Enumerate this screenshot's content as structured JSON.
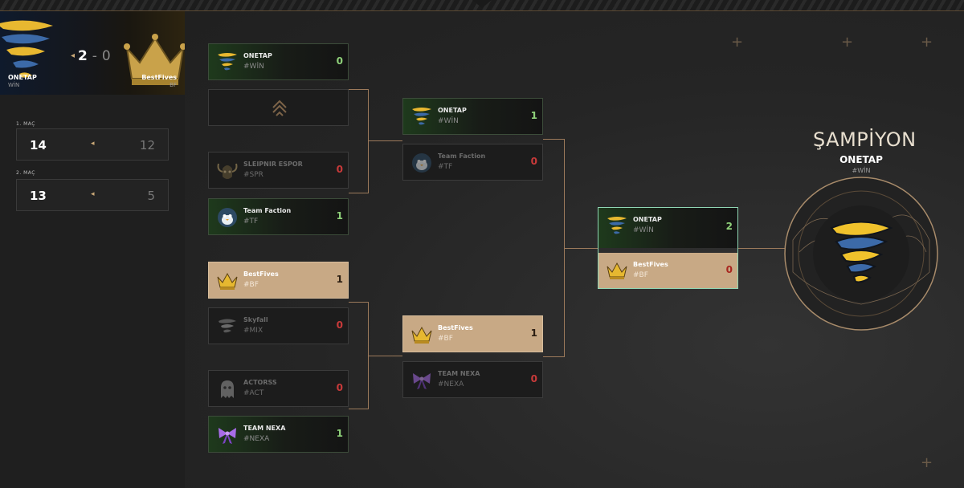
{
  "match_header": {
    "team_left": {
      "name": "ONETAP",
      "tag": "WİN"
    },
    "team_right": {
      "name": "BestFives",
      "tag": "BF"
    },
    "score_left": "2",
    "separator": "-",
    "score_right": "0",
    "winner_arrow": "◂"
  },
  "games": [
    {
      "label": "1. MAÇ",
      "score_left": "14",
      "score_right": "12",
      "arrow": "◂"
    },
    {
      "label": "2. MAÇ",
      "score_left": "13",
      "score_right": "5",
      "arrow": "◂"
    }
  ],
  "round1": [
    {
      "name": "ONETAP",
      "tag": "#WİN",
      "score": "0",
      "state": "win",
      "icon": "tornado-icon"
    },
    {
      "name": "",
      "tag": "",
      "score": "",
      "state": "empty",
      "icon": "chevron-up-icon"
    },
    {
      "name": "SLEIPNIR ESPOR",
      "tag": "#SPR",
      "score": "0",
      "state": "lose",
      "icon": "viking-helmet-icon"
    },
    {
      "name": "Team Faction",
      "tag": "#TF",
      "score": "1",
      "state": "win",
      "icon": "penguin-icon"
    },
    {
      "name": "BestFives",
      "tag": "#BF",
      "score": "1",
      "state": "gold",
      "icon": "crown-icon"
    },
    {
      "name": "Skyfall",
      "tag": "#MIX",
      "score": "0",
      "state": "lose",
      "icon": "skyfall-icon"
    },
    {
      "name": "ACTORSS",
      "tag": "#ACT",
      "score": "0",
      "state": "lose",
      "icon": "ghost-icon"
    },
    {
      "name": "TEAM NEXA",
      "tag": "#NEXA",
      "score": "1",
      "state": "win",
      "icon": "bow-icon"
    }
  ],
  "round2": [
    {
      "name": "ONETAP",
      "tag": "#WİN",
      "score": "1",
      "state": "win",
      "icon": "tornado-icon"
    },
    {
      "name": "Team Faction",
      "tag": "#TF",
      "score": "0",
      "state": "lose",
      "icon": "penguin-icon"
    },
    {
      "name": "BestFives",
      "tag": "#BF",
      "score": "1",
      "state": "gold",
      "icon": "crown-icon"
    },
    {
      "name": "TEAM NEXA",
      "tag": "#NEXA",
      "score": "0",
      "state": "lose",
      "icon": "bow-icon"
    }
  ],
  "final": [
    {
      "name": "ONETAP",
      "tag": "#WİN",
      "score": "2",
      "state": "win",
      "icon": "tornado-icon"
    },
    {
      "name": "BestFives",
      "tag": "#BF",
      "score": "0",
      "state": "gold",
      "icon": "crown-icon"
    }
  ],
  "champion": {
    "title": "ŞAMPİYON",
    "name": "ONETAP",
    "tag": "#WİN",
    "icon": "tornado-icon"
  },
  "colors": {
    "win_green": "#8fd17a",
    "lose_red": "#c93a3a",
    "gold": "#c8a985",
    "accent_line": "#9c7a5b",
    "final_border": "#8fd6b4"
  }
}
